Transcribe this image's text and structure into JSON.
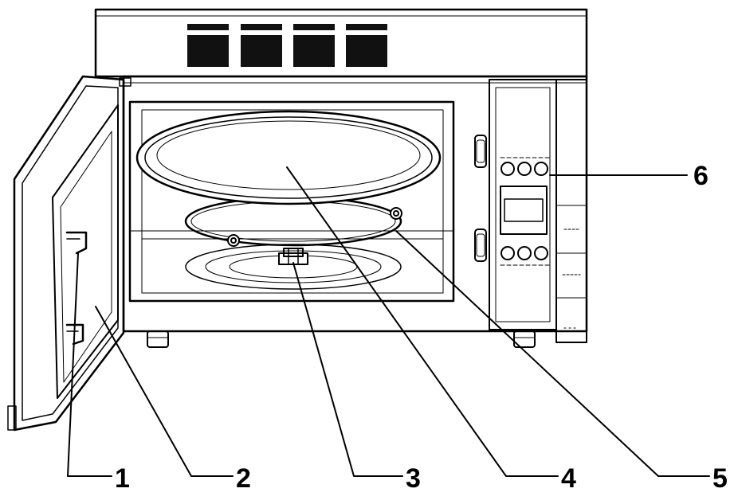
{
  "callouts": [
    {
      "id": "1",
      "label": "1"
    },
    {
      "id": "2",
      "label": "2"
    },
    {
      "id": "3",
      "label": "3"
    },
    {
      "id": "4",
      "label": "4"
    },
    {
      "id": "5",
      "label": "5"
    },
    {
      "id": "6",
      "label": "6"
    }
  ],
  "colors": {
    "line": "#000000",
    "background": "#ffffff",
    "vent": "#111111"
  }
}
